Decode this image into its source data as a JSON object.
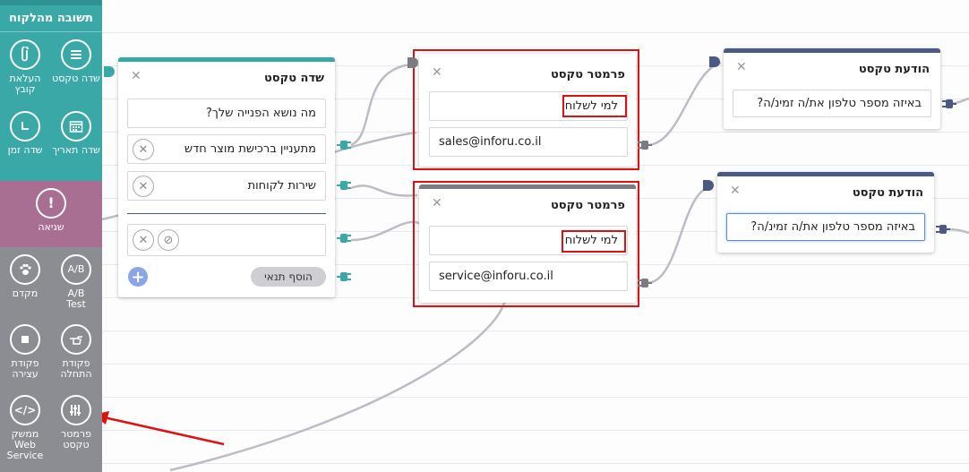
{
  "sidebar": {
    "section_title": "תשובה מהלקוח",
    "tools": [
      {
        "label": "שדה טקסט",
        "icon": "list-lines-icon"
      },
      {
        "label": "העלאת קובץ",
        "icon": "paperclip-icon"
      },
      {
        "label": "שדה תאריך",
        "icon": "calendar-icon"
      },
      {
        "label": "שדה זמן",
        "icon": "clock-icon"
      },
      {
        "label": "שגיאה",
        "icon": "exclamation-icon"
      },
      {
        "label": "A/B Test",
        "icon": "ab-icon",
        "icon_text": "A/B"
      },
      {
        "label": "מקדם",
        "icon": "paw-icon"
      },
      {
        "label": "פקודת התחלה",
        "icon": "pointing-hand-icon"
      },
      {
        "label": "פקודת עצירה",
        "icon": "stop-square-icon"
      },
      {
        "label": "פרמטר טקסט",
        "icon": "sliders-icon"
      },
      {
        "label": "ממשק Web Service",
        "icon": "code-brackets-icon"
      }
    ]
  },
  "nodes": {
    "text_field": {
      "title": "שדה טקסט",
      "question": "מה נושא הפנייה שלך?",
      "options": [
        "מתעניין ברכישת מוצר חדש",
        "שירות לקוחות"
      ],
      "add_condition": "הוסף תנאי"
    },
    "param_1": {
      "title": "פרמטר טקסט",
      "name": "למי לשלוח",
      "value": "sales@inforu.co.il"
    },
    "param_2": {
      "title": "פרמטר טקסט",
      "name": "למי לשלוח",
      "value": "service@inforu.co.il"
    },
    "message_1": {
      "title": "הודעת טקסט",
      "text": "באיזה מספר טלפון את/ה זמינ/ה?"
    },
    "message_2": {
      "title": "הודעת טקסט",
      "text": "באיזה מספר טלפון את/ה זמינ/ה?"
    }
  },
  "colors": {
    "teal": "#3ba8a8",
    "purple": "#a96f93",
    "gray": "#8c8d92",
    "navy": "#4a5a85",
    "annotation_red": "#e01010"
  }
}
